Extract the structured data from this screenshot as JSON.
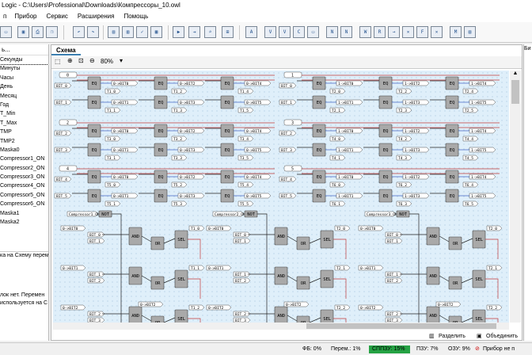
{
  "window": {
    "title": "Logic - C:\\Users\\Professional\\Downloads\\Компрессоры_10.owl"
  },
  "menu": [
    "Прибор",
    "Сервис",
    "Расширения",
    "Помощь"
  ],
  "left_panel": {
    "header": "ь...",
    "items": [
      "Секунды",
      "Минуты",
      "Часы",
      "День",
      "Месяц",
      "Год",
      "T_Min",
      "T_Max",
      "TMP",
      "TMP2",
      "Maska0",
      "Compressor1_ON",
      "Compressor2_ON",
      "Compressor3_ON",
      "Compressor4_ON",
      "Compressor5_ON",
      "Compressor6_ON",
      "Maska1",
      "Maska2"
    ],
    "selected_index": 0,
    "messages": [
      "ка на Схему перем",
      "",
      "",
      "",
      "",
      "лок нет. Перемен",
      "используется на С"
    ]
  },
  "document": {
    "tab": "Схема",
    "zoom": "80%"
  },
  "schema": {
    "inputs": [
      "0",
      "1",
      "2",
      "3",
      "4",
      "5"
    ],
    "bits": [
      "BIT_0",
      "BIT_1",
      "BIT_2",
      "BIT_3",
      "BIT_4",
      "BIT_5"
    ],
    "eq": "EQ",
    "and": "AND",
    "or": "OR",
    "sel": "SEL",
    "not": "NOT",
    "row_labels_a": [
      "0->BIT0",
      "0->BIT1",
      "0->BIT2",
      "0->BIT3",
      "0->BIT4",
      "0->BIT5"
    ],
    "row_labels_b": [
      "1->BIT0",
      "1->BIT1",
      "1->BIT2",
      "1->BIT3",
      "1->BIT4",
      "1->BIT5"
    ],
    "t_labels": [
      "T1_0",
      "T1_1",
      "T1_2",
      "T1_3",
      "T1_4",
      "T1_5",
      "T2_0",
      "T2_1",
      "T2_2",
      "T2_3",
      "T2_4",
      "T2_5"
    ],
    "compressors": [
      "Compressor1_ON",
      "Compressor2_ON",
      "Compressor3_ON"
    ],
    "bit_inputs": [
      "BIT_0",
      "BIT_1",
      "BIT_2",
      "BIT_3"
    ]
  },
  "right_panel": {
    "label": "Би"
  },
  "bottom": {
    "split": "Разделить",
    "merge": "Объединить"
  },
  "status": {
    "fb": "ФБ: 0%",
    "perem": "Перем.: 1%",
    "sppzu": "СППЗУ: 15%",
    "pzu": "ПЗУ: 7%",
    "ozu": "ОЗУ: 9%",
    "device": "Прибор не п"
  }
}
